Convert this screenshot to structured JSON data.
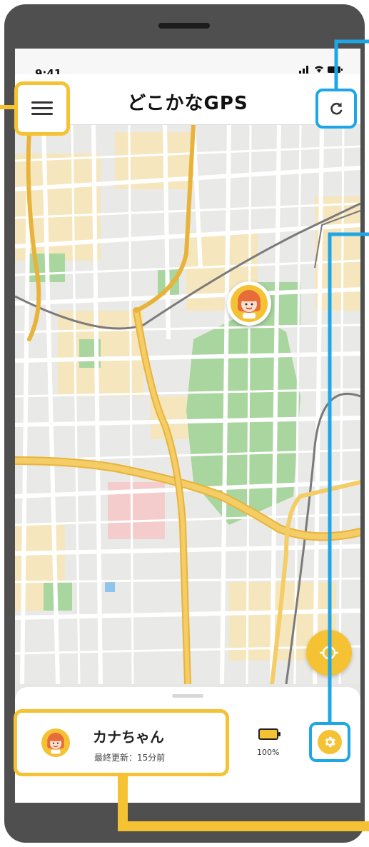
{
  "status_bar": {
    "time": "9:41",
    "icons": "..ıl ᯤ ▮"
  },
  "app": {
    "title": "どこかなGPS"
  },
  "colors": {
    "accent_yellow": "#f5c234",
    "callout_blue": "#1ea6e6",
    "map_bg": "#e7e7e6",
    "park": "#a9d59f",
    "residential": "#f6e6bd"
  },
  "icons": {
    "menu": "hamburger-menu-icon",
    "refresh": "refresh-icon",
    "locate": "crosshair-locate-icon",
    "settings": "gear-icon",
    "battery": "battery-icon",
    "avatar": "child-avatar-icon"
  },
  "child": {
    "name": "カナちゃん",
    "last_updated": "最終更新：15分前"
  },
  "battery": {
    "percent_label": "100%",
    "level": 1.0
  }
}
